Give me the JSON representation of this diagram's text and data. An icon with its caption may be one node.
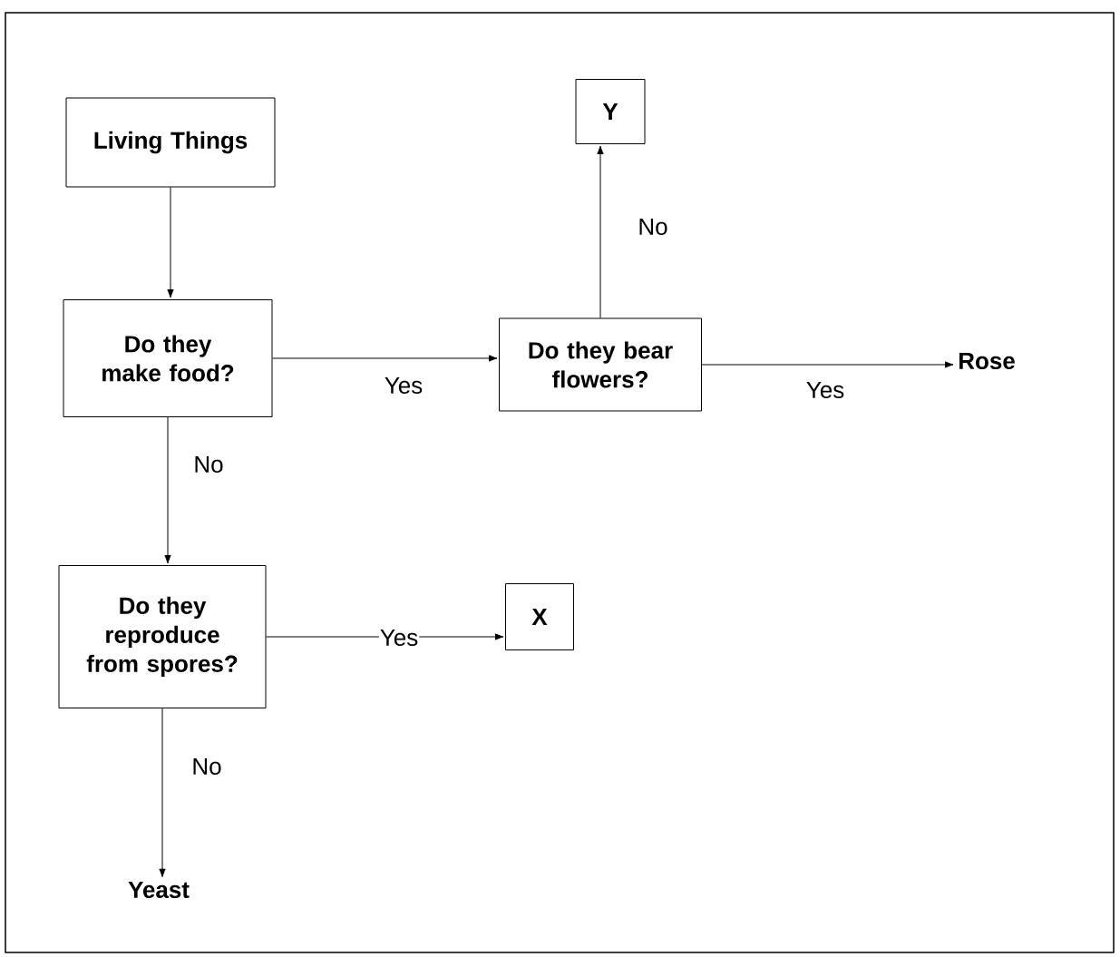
{
  "diagram": {
    "nodes": [
      {
        "text": [
          "Living Things"
        ]
      },
      {
        "text": [
          "Do they make food?"
        ]
      },
      {
        "text": [
          "Do they bear flowers?"
        ]
      },
      {
        "text": [
          "Y"
        ]
      },
      {
        "text": [
          "Rose"
        ]
      },
      {
        "text": [
          "Do they reproduce from spores?"
        ]
      },
      {
        "text": [
          "X"
        ]
      },
      {
        "text": [
          "Yeast"
        ]
      }
    ],
    "edges": [
      {
        "from": 0,
        "to": 1,
        "arrow": "to"
      },
      {
        "from": 1,
        "to": 2,
        "arrow": "to",
        "label": "Yes"
      },
      {
        "from": 2,
        "to": 3,
        "arrow": "to",
        "label": "No"
      },
      {
        "from": 2,
        "to": 4,
        "arrow": "to",
        "label": "Yes"
      },
      {
        "from": 1,
        "to": 5,
        "arrow": "to",
        "label": "No"
      },
      {
        "from": 5,
        "to": 6,
        "arrow": "to",
        "label": "Yes"
      },
      {
        "from": 5,
        "to": 7,
        "arrow": "to",
        "label": "No"
      }
    ]
  }
}
